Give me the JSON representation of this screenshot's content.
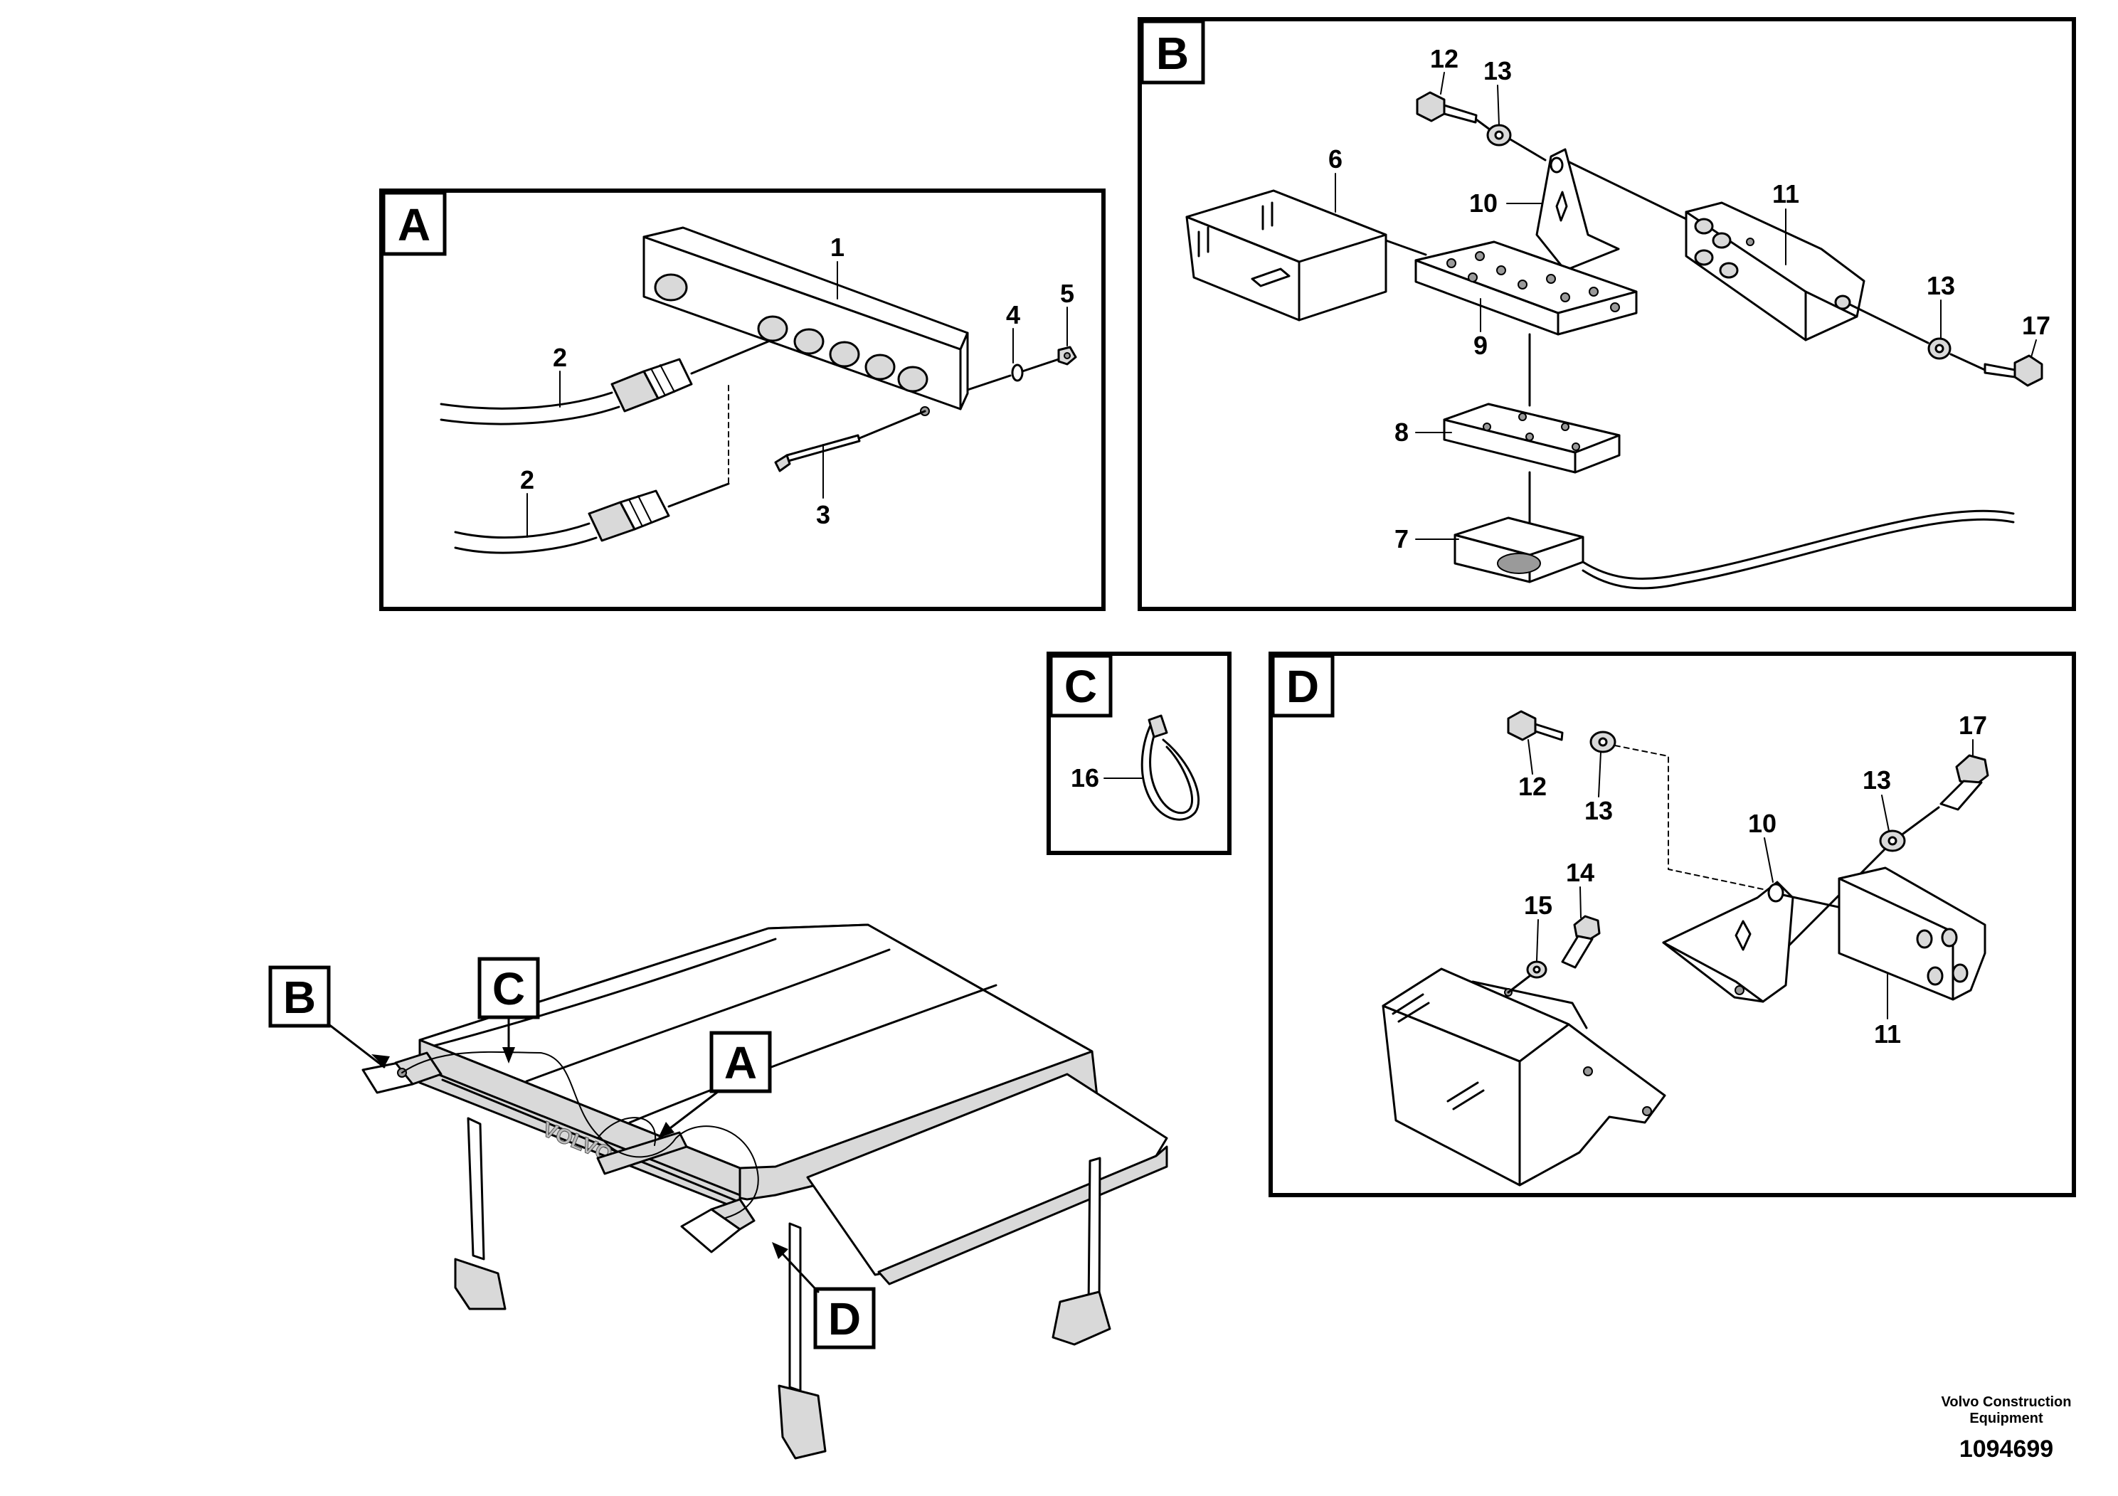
{
  "panels": {
    "A": {
      "tag": "A",
      "callouts": {
        "c1": "1",
        "c2a": "2",
        "c2b": "2",
        "c3": "3",
        "c4": "4",
        "c5": "5"
      }
    },
    "B": {
      "tag": "B",
      "callouts": {
        "c12": "12",
        "c13a": "13",
        "c6": "6",
        "c10": "10",
        "c11": "11",
        "c13b": "13",
        "c17": "17",
        "c9": "9",
        "c8": "8",
        "c7": "7"
      }
    },
    "C": {
      "tag": "C",
      "callouts": {
        "c16": "16"
      }
    },
    "D": {
      "tag": "D",
      "callouts": {
        "c17": "17",
        "c12": "12",
        "c13a": "13",
        "c13b": "13",
        "c10": "10",
        "c14": "14",
        "c15": "15",
        "c11": "11"
      }
    }
  },
  "overview": {
    "tags": {
      "B": "B",
      "C": "C",
      "A": "A",
      "D": "D"
    },
    "roof_lettering": "VOLVO"
  },
  "footer": {
    "credit_line1": "Volvo Construction",
    "credit_line2": "Equipment",
    "doc_number": "1094699"
  }
}
